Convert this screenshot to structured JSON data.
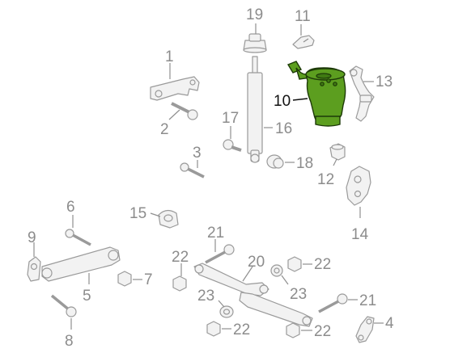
{
  "colors": {
    "highlight": "#5c9e1f",
    "highlight_outline": "#1d3a08",
    "part_outline": "#9a9a9a",
    "label_gray": "#8c8c8c",
    "label_highlight": "#111111",
    "background": "#ffffff"
  },
  "highlighted_part": "10",
  "callouts": {
    "c1": "1",
    "c2": "2",
    "c3": "3",
    "c4": "4",
    "c5": "5",
    "c6": "6",
    "c7": "7",
    "c8": "8",
    "c9": "9",
    "c10": "10",
    "c11": "11",
    "c12": "12",
    "c13": "13",
    "c14": "14",
    "c15": "15",
    "c16": "16",
    "c17": "17",
    "c18": "18",
    "c19": "19",
    "c21a": "21",
    "c21b": "21",
    "c20": "20",
    "c22a": "22",
    "c22b": "22",
    "c22c": "22",
    "c22d": "22",
    "c23a": "23",
    "c23b": "23"
  }
}
